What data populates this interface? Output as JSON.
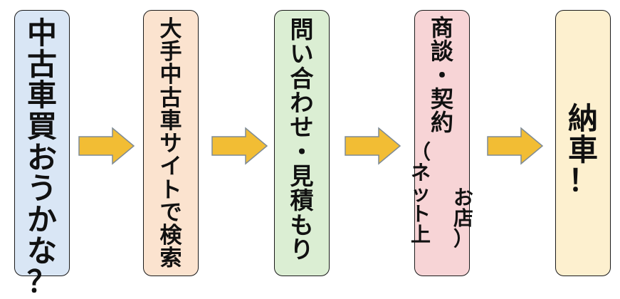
{
  "steps": [
    {
      "id": "step-1",
      "color": "#d9e6f5",
      "columns": [
        {
          "text": "中古車買おうかな？",
          "size": 42
        }
      ]
    },
    {
      "id": "step-2",
      "color": "#fbe3cf",
      "columns": [
        {
          "text": "大手中古車サイトで検索",
          "size": 31
        }
      ]
    },
    {
      "id": "step-3",
      "color": "#dbeed3",
      "columns": [
        {
          "text": "問い合わせ・見積もり",
          "size": 33
        }
      ]
    },
    {
      "id": "step-4",
      "color": "#f7d4d6",
      "columns": [
        {
          "text": "（ネット上",
          "size": 28
        },
        {
          "text": "商談・契約",
          "size": 32
        },
        {
          "text": "お店）",
          "size": 28
        }
      ]
    },
    {
      "id": "step-5",
      "color": "#fdf0cf",
      "columns": [
        {
          "text": "納車！",
          "size": 42
        }
      ]
    }
  ],
  "colors": {
    "arrow_fill": "#f2bd34",
    "arrow_stroke": "#7f8b95",
    "box_border": "#1a1a1a"
  }
}
